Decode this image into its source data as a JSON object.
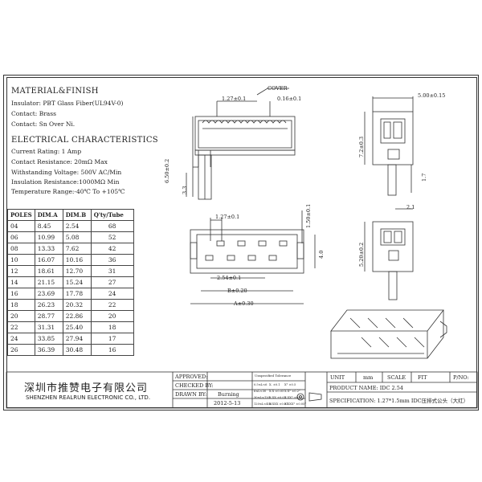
{
  "material": {
    "title": "MATERIAL&FINISH",
    "insulator": "Insulator: PBT Glass Fiber(UL94V-0)",
    "contact": "Contact: Brass",
    "contact_plating": "Contact: Sn Over Ni."
  },
  "electrical": {
    "title": "ELECTRICAL CHARACTERISTICS",
    "current": "Current Rating: 1 Amp",
    "resistance": "Contact Resistance: 20mΩ Max",
    "voltage": "Withstanding Voltage: 500V AC/Min",
    "insulation": "Insulation Resistance:1000MΩ Min",
    "temperature": "Temperature Range:-40℃ To +105℃"
  },
  "poles_table": {
    "headers": [
      "POLES",
      "DIM.A",
      "DIM.B",
      "Q'ty/Tube"
    ],
    "rows": [
      [
        "04",
        "8.45",
        "2.54",
        "68"
      ],
      [
        "06",
        "10.99",
        "5.08",
        "52"
      ],
      [
        "08",
        "13.33",
        "7.62",
        "42"
      ],
      [
        "10",
        "16.07",
        "10.16",
        "36"
      ],
      [
        "12",
        "18.61",
        "12.70",
        "31"
      ],
      [
        "14",
        "21.15",
        "15.24",
        "27"
      ],
      [
        "16",
        "23.69",
        "17.78",
        "24"
      ],
      [
        "18",
        "26.23",
        "20.32",
        "22"
      ],
      [
        "20",
        "28.77",
        "22.86",
        "20"
      ],
      [
        "22",
        "31.31",
        "25.40",
        "18"
      ],
      [
        "24",
        "33.85",
        "27.94",
        "17"
      ],
      [
        "26",
        "36.39",
        "30.48",
        "16"
      ]
    ]
  },
  "dimensions": {
    "cover": "COVER",
    "pitch_top": "1.27±0.1",
    "cover_gap": "0.16±0.1",
    "width_side": "5.00±0.15",
    "height_front": "6.50±0.2",
    "pin_front": "3.3",
    "height_side": "7.2±0.3",
    "side_17": "1.7",
    "side_21": "2.1",
    "pitch_plan": "1.27±0.1",
    "row_gap": "1.50±0.1",
    "plan_depth": "4.0",
    "pitch_254": "2.54±0.1",
    "dim_b": "B±0.20",
    "dim_a": "A±0.30",
    "side2_height": "5.20±0.2"
  },
  "title_block": {
    "company_cn": "深圳市推赞电子有限公司",
    "company_en": "SHENZHEN REALRUN ELECTRONIC CO., LTD.",
    "approved": "APPROVED:",
    "checked_by": "CHECKED BY:",
    "drawn_by": "DRAWN BY:",
    "drawer": "Burning",
    "date": "2012-5-13",
    "tolerance_head": "Unspecified Tolerance",
    "tol_rows": [
      [
        "0.5≤L<6",
        "X.  ±0.1",
        "X°  ±0.5"
      ],
      [
        "6≤L<30",
        "X.X  ±0.05",
        "X.X°  ±0.2°"
      ],
      [
        "30≤L<120",
        "X.XX  ±0.03",
        "X.XX°  ±0.1°"
      ],
      [
        "120≤L<400",
        "X.XXX  ±0.01",
        "X.XXX°  ±0.05°"
      ]
    ],
    "unit_label": "UNIT",
    "unit_value": "mm",
    "scale_label": "SCALE",
    "scale_value": "FIT",
    "pn_label": "P/NO:",
    "product_name": "PRODUCT NAME: IDC 2.54",
    "specification": "SPECIFICATION: 1.27*1.5mm IDC压排式公头（大红）"
  }
}
